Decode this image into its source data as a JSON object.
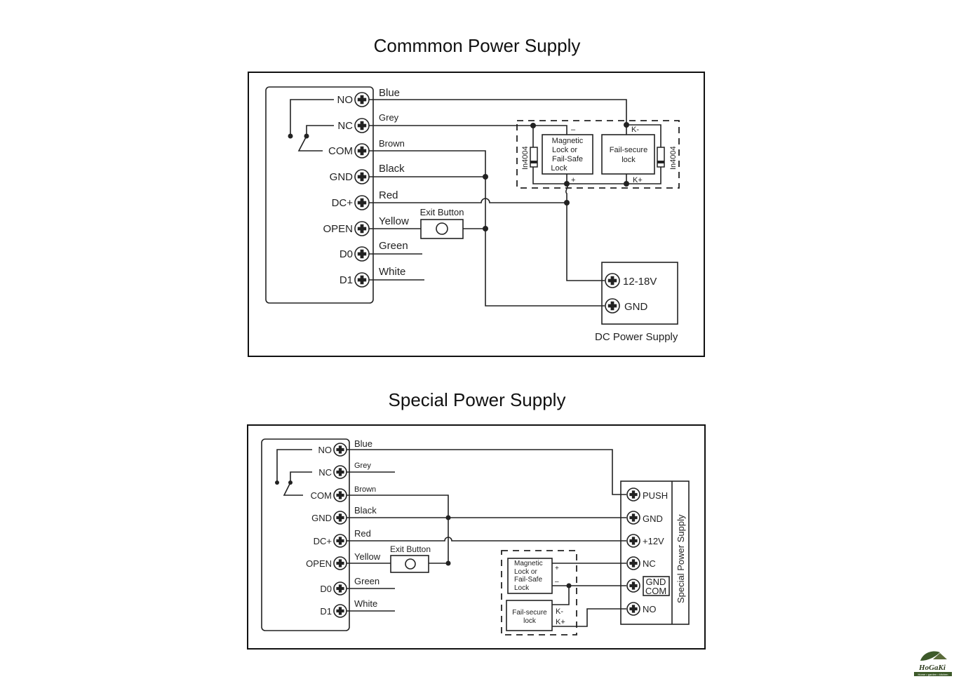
{
  "common": {
    "title": "Commmon Power Supply",
    "terminals": [
      "NO",
      "NC",
      "COM",
      "GND",
      "DC+",
      "OPEN",
      "D0",
      "D1"
    ],
    "wires": [
      "Blue",
      "Grey",
      "Brown",
      "Black",
      "Red",
      "Yellow",
      "Green",
      "White"
    ],
    "exit_button": "Exit Button",
    "diode_left": "In4004",
    "diode_right": "In4004",
    "mag_lock": [
      "Magnetic",
      "Lock or",
      "Fail-Safe",
      "Lock"
    ],
    "mag_minus": "–",
    "mag_plus": "+",
    "fs_lock": [
      "Fail-secure",
      "lock"
    ],
    "fs_kminus": "K-",
    "fs_kplus": "K+",
    "psu_terminals": [
      "12-18V",
      "GND"
    ],
    "psu_label": "DC Power Supply"
  },
  "special": {
    "title": "Special Power Supply",
    "terminals": [
      "NO",
      "NC",
      "COM",
      "GND",
      "DC+",
      "OPEN",
      "D0",
      "D1"
    ],
    "wires": [
      "Blue",
      "Grey",
      "Brown",
      "Black",
      "Red",
      "Yellow",
      "Green",
      "White"
    ],
    "exit_button": "Exit Button",
    "mag_lock": [
      "Magnetic",
      "Lock or",
      "Fail-Safe",
      "Lock"
    ],
    "mag_plus": "+",
    "mag_minus": "–",
    "fs_lock": [
      "Fail-secure",
      "lock"
    ],
    "fs_kminus": "K-",
    "fs_kplus": "K+",
    "psu_terminals": [
      "PUSH",
      "GND",
      "+12V",
      "NC",
      "GND",
      "COM",
      "NO"
    ],
    "psu_label": "Special Power Supply"
  },
  "logo": {
    "name": "HoGaKi",
    "tagline": "Home • garden • kitchen"
  }
}
